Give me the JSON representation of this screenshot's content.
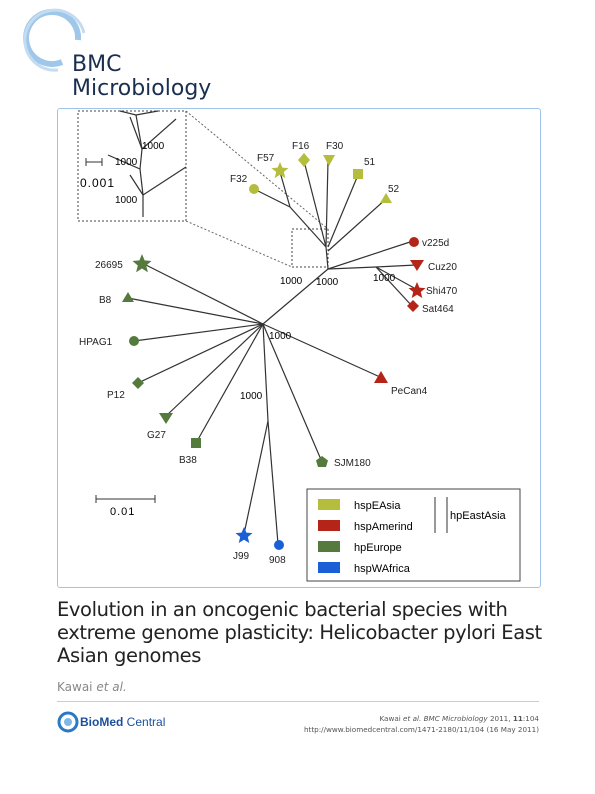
{
  "journal": {
    "line1": "BMC",
    "line2": "Microbiology"
  },
  "figure": {
    "inset": {
      "scale_label": "0.001",
      "bootstraps": [
        "1000",
        "1000",
        "1000"
      ]
    },
    "scale_label": "0.01",
    "bootstraps": [
      "1000",
      "1000",
      "1000",
      "1000",
      "1000"
    ],
    "taxa": [
      {
        "name": "F57",
        "group": "hspEAsia",
        "shape": "star"
      },
      {
        "name": "F16",
        "group": "hspEAsia",
        "shape": "diamond"
      },
      {
        "name": "F30",
        "group": "hspEAsia",
        "shape": "triangle-down"
      },
      {
        "name": "51",
        "group": "hspEAsia",
        "shape": "square"
      },
      {
        "name": "F32",
        "group": "hspEAsia",
        "shape": "circle"
      },
      {
        "name": "52",
        "group": "hspEAsia",
        "shape": "triangle-up"
      },
      {
        "name": "v225d",
        "group": "hspAmerind",
        "shape": "circle"
      },
      {
        "name": "Cuz20",
        "group": "hspAmerind",
        "shape": "triangle-down"
      },
      {
        "name": "Shi470",
        "group": "hspAmerind",
        "shape": "star"
      },
      {
        "name": "Sat464",
        "group": "hspAmerind",
        "shape": "diamond"
      },
      {
        "name": "PeCan4",
        "group": "hspAmerind",
        "shape": "triangle-up"
      },
      {
        "name": "26695",
        "group": "hpEurope",
        "shape": "star"
      },
      {
        "name": "B8",
        "group": "hpEurope",
        "shape": "triangle-up"
      },
      {
        "name": "HPAG1",
        "group": "hpEurope",
        "shape": "circle"
      },
      {
        "name": "P12",
        "group": "hpEurope",
        "shape": "diamond"
      },
      {
        "name": "G27",
        "group": "hpEurope",
        "shape": "triangle-down"
      },
      {
        "name": "B38",
        "group": "hpEurope",
        "shape": "square"
      },
      {
        "name": "SJM180",
        "group": "hpEurope",
        "shape": "pentagon"
      },
      {
        "name": "J99",
        "group": "hspWAfrica",
        "shape": "star"
      },
      {
        "name": "908",
        "group": "hspWAfrica",
        "shape": "circle"
      }
    ],
    "legend": [
      {
        "label": "hspEAsia",
        "color": "#b5bd3c"
      },
      {
        "label": "hspAmerind",
        "color": "#b52418"
      },
      {
        "label": "hpEurope",
        "color": "#557a3d"
      },
      {
        "label": "hspWAfrica",
        "color": "#1a5fd6"
      }
    ],
    "legend_group": "hpEastAsia"
  },
  "article": {
    "title": "Evolution in an oncogenic bacterial species with extreme genome plasticity: Helicobacter pylori East Asian genomes",
    "authors_name": "Kawai",
    "authors_etal": "et al."
  },
  "publisher": {
    "name_bold": "BioMed",
    "name_rest": " Central"
  },
  "citation": {
    "author": "Kawai",
    "etal": "et al.",
    "journal": "BMC Microbiology",
    "year": "2011,",
    "volume": "11",
    "pages": ":104",
    "url": "http://www.biomedcentral.com/1471-2180/11/104 (16 May 2011)"
  }
}
